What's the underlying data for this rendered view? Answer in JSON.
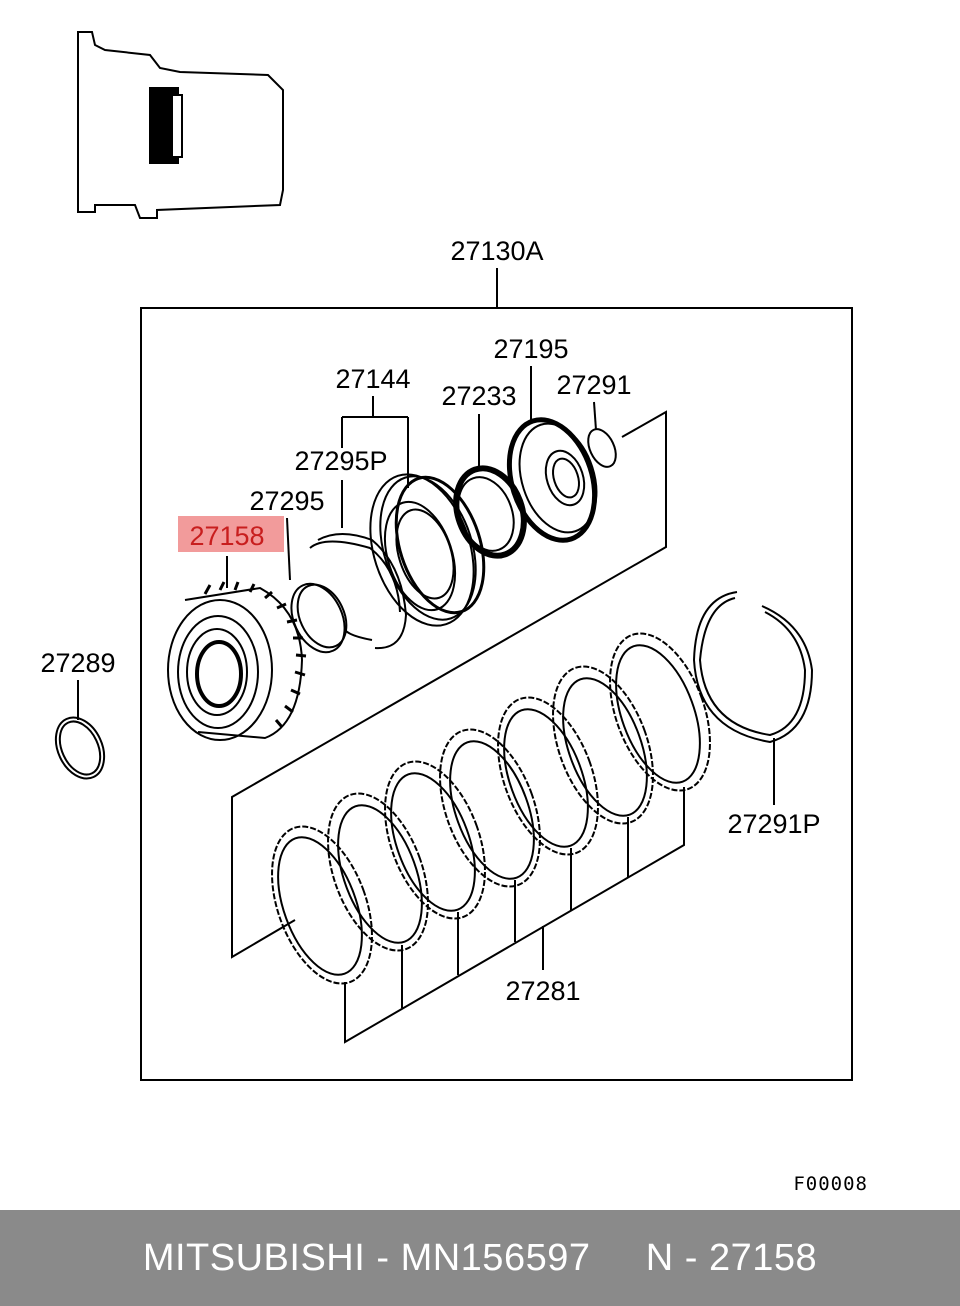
{
  "diagram": {
    "assembly_label": "27130A",
    "parts": [
      {
        "id": "p27195",
        "label": "27195"
      },
      {
        "id": "p27144",
        "label": "27144"
      },
      {
        "id": "p27291",
        "label": "27291"
      },
      {
        "id": "p27233",
        "label": "27233"
      },
      {
        "id": "p27295P",
        "label": "27295P"
      },
      {
        "id": "p27295",
        "label": "27295"
      },
      {
        "id": "p27158",
        "label": "27158",
        "highlighted": true
      },
      {
        "id": "p27289",
        "label": "27289"
      },
      {
        "id": "p27291P",
        "label": "27291P"
      },
      {
        "id": "p27281",
        "label": "27281"
      }
    ],
    "figure_code": "F00008",
    "highlight_color": "#f08a8a"
  },
  "footer": {
    "brand": "MITSUBISHI",
    "part_number": "MN156597",
    "ref": "N - 27158",
    "background": "#8a8a8a"
  }
}
